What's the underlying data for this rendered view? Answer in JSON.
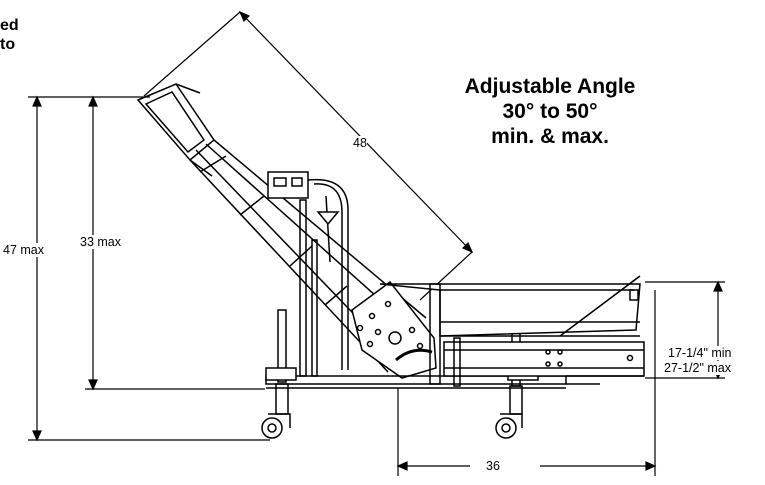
{
  "corner_note": {
    "line1": "ed",
    "line2": "to"
  },
  "headline": {
    "line1": "Adjustable Angle",
    "line2": "30° to 50°",
    "line3": "min. & max."
  },
  "dimensions": {
    "length": "48",
    "height_max": "47 max",
    "discharge_max": "33 max",
    "infeed_min": "17-1/4\" min",
    "infeed_max": "27-1/2\" max",
    "horizontal": "36"
  }
}
